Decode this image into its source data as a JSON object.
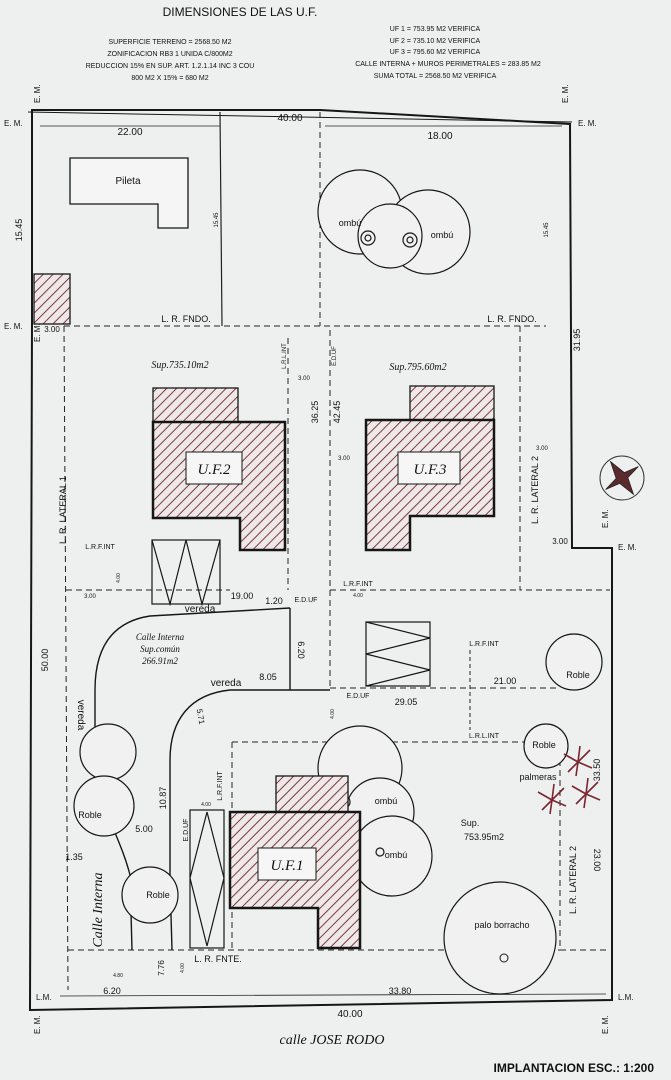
{
  "header": {
    "title": "DIMENSIONES DE LAS U.F.",
    "left_notes": [
      "SUPERFICIE TERRENO = 2568.50 M2",
      "ZONIFICACION RB3 1 UNIDA C/800M2",
      "REDUCCION 15% EN SUP. ART. 1.2.1.14 INC 3 COU",
      "800 M2 X 15% = 680 M2"
    ],
    "right_notes": [
      "UF 1 = 753.95 M2 VERIFICA",
      "UF 2 = 735.10 M2 VERIFICA",
      "UF 3 = 795.60 M2 VERIFICA",
      "CALLE INTERNA + MUROS PERIMETRALES = 283.85 M2",
      "SUMA TOTAL = 2568.50 M2 VERIFICA"
    ]
  },
  "markers": {
    "em": "E. M.",
    "lm": "L.M."
  },
  "dims": {
    "top_total": "40.00",
    "top_left": "22.00",
    "top_right": "18.00",
    "left_upper": "15.45",
    "inner_a": "15.45",
    "inner_b": "15.45",
    "left_small": "3.00",
    "right_upper": "31.95",
    "v_36": "36.25",
    "v_42": "42.45",
    "small_300": "3.00",
    "left_50": "50.00",
    "d_1900": "19.00",
    "d_120": "1.20",
    "d_620": "6.20",
    "d_805": "8.05",
    "d_2905": "29.05",
    "d_2100": "21.00",
    "d_400": "4.00",
    "d_571": "5.71",
    "d_1087": "10.87",
    "d_500": "5.00",
    "d_135": "1.35",
    "d_3350": "33.50",
    "d_2300": "23.00",
    "d_776": "7.76",
    "d_480": "4.80",
    "bottom_620": "6.20",
    "bottom_3380": "33.80",
    "bottom_total": "40.00"
  },
  "labels": {
    "pileta": "Pileta",
    "ombu": "ombú",
    "lr_fndo": "L. R. FNDO.",
    "lr_int": "L.R.L.INT",
    "ed_uf": "E.D.UF",
    "lrf_int": "L.R.F.INT",
    "lr_lint": "L.R.L.INT",
    "lr_lateral1": "L. R. LATERAL 1",
    "lr_lateral2": "L. R. LATERAL 2",
    "lr_fnte": "L. R. FNTE.",
    "sup_uf2": "Sup.735.10m2",
    "sup_uf3": "Sup.795.60m2",
    "sup_uf1_a": "Sup.",
    "sup_uf1_b": "753.95m2",
    "uf1": "U.F.1",
    "uf2": "U.F.2",
    "uf3": "U.F.3",
    "vereda": "vereda",
    "calle_interna_a": "Calle Interna",
    "calle_interna_b": "Sup.común",
    "calle_interna_c": "266.91m2",
    "calle_interna_vert": "Calle Interna",
    "roble": "Roble",
    "palmeras": "palmeras",
    "palo_borracho": "palo borracho",
    "street": "calle JOSE RODO",
    "scale": "IMPLANTACION ESC.: 1:200"
  },
  "colors": {
    "ink": "#161616",
    "hatch": "#7a3b3f",
    "palm": "#7a2630"
  }
}
